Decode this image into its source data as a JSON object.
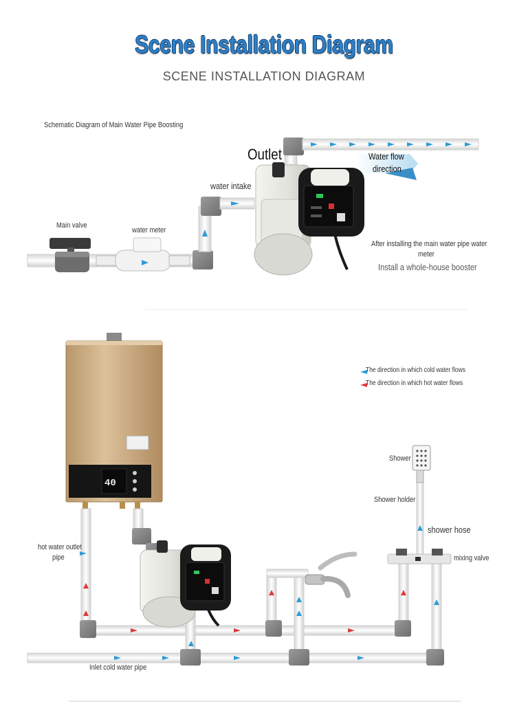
{
  "header": {
    "title": "Scene Installation Diagram",
    "subtitle": "SCENE INSTALLATION DIAGRAM"
  },
  "top_diagram": {
    "caption": "Schematic Diagram of Main Water Pipe Boosting",
    "main_valve": "Main valve",
    "water_meter": "water meter",
    "water_intake": "water intake",
    "outlet": "Outlet",
    "flow_direction": [
      "Water flow",
      "direction"
    ],
    "after_installing": [
      "After installing the main water pipe water",
      "meter"
    ],
    "install_booster": "Install a whole-house booster"
  },
  "bottom_diagram": {
    "legend": [
      {
        "text": "The direction in which cold water flows",
        "color": "#2e9ad6"
      },
      {
        "text": "The direction in which hot water flows",
        "color": "#e03a3a"
      }
    ],
    "shower": "Shower",
    "shower_holder": "Shower holder",
    "shower_hose": "shower hose",
    "mixing_valve": "mixing valve",
    "hot_outlet_pipe": [
      "hot water outlet",
      "pipe"
    ],
    "inlet_cold_pipe": "Inlet cold water pipe",
    "heater_display": "40"
  },
  "colors": {
    "title_blue": "#2f7fc6",
    "cold_arrow": "#2e9ad6",
    "hot_arrow": "#e03a3a",
    "pipe": "#f4f4f4",
    "heater_gold": "#c9a77a"
  }
}
